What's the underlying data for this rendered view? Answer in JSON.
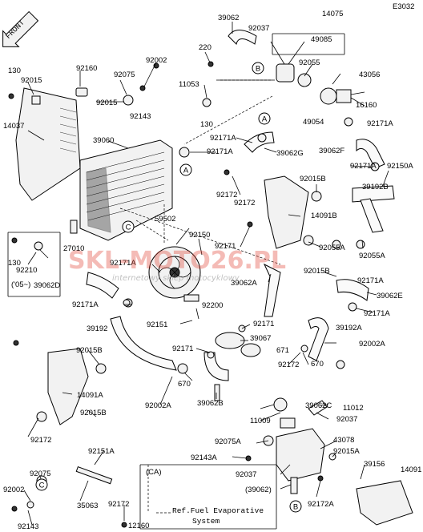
{
  "diagram_code": "E3032",
  "front_label": "FRONT",
  "watermark": {
    "text": "SKL-MOTO26.PL",
    "subtext": "internetowy sklep motocyklowy"
  },
  "callouts": [
    "39062",
    "92037",
    "14075",
    "49085",
    "220",
    "92055",
    "43056",
    "11053",
    "130",
    "16160",
    "49054",
    "92171A",
    "130",
    "92015",
    "92160",
    "92002",
    "92075",
    "92015",
    "92143",
    "14037",
    "39060",
    "92171A",
    "92171A",
    "39062G",
    "39062F",
    "92171A",
    "92150A",
    "92015B",
    "39192B",
    "92172",
    "92172",
    "14091B",
    "59502",
    "92150",
    "92171",
    "92055A",
    "92055A",
    "130",
    "27010",
    "92015B",
    "92210",
    "92171A",
    "92171A",
    "('05~)",
    "39062D",
    "39062A",
    "39062E",
    "92171A",
    "92171A",
    "92200",
    "92151",
    "39067",
    "39192A",
    "92171",
    "92002A",
    "671",
    "92172",
    "92015B",
    "39192",
    "92171",
    "670",
    "14091A",
    "670",
    "92002A",
    "39062B",
    "92015B",
    "11012",
    "39062C",
    "11009",
    "92037",
    "92172",
    "92075A",
    "43078",
    "92151A",
    "92143A",
    "92015A",
    "92075",
    "92037",
    "39156",
    "14091",
    "92002",
    "35063",
    "(39062)",
    "92172A",
    "92172",
    "92143",
    "(CA)",
    "12160"
  ],
  "connectors": [
    "A",
    "A",
    "B",
    "B",
    "C",
    "C"
  ],
  "note": {
    "line1": "Ref.Fuel Evaporative",
    "line2": "System"
  }
}
